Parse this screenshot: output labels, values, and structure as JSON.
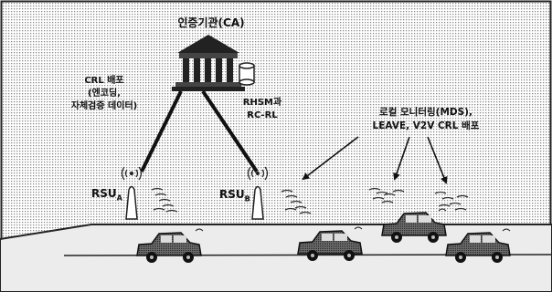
{
  "ca": {
    "label": "인증기관(CA)"
  },
  "crl_note": {
    "line1": "CRL 배포",
    "line2": "(엔코딩,",
    "line3": "자체검증 데이터)"
  },
  "rhsm_note": {
    "line1": "RHSM과",
    "line2": "RC-RL"
  },
  "mds_note": {
    "line1": "로컬 모니터링(MDS),",
    "line2": "LEAVE, V2V CRL 배포"
  },
  "rsu_a": {
    "text": "RSU",
    "sub": "A"
  },
  "rsu_b": {
    "text": "RSU",
    "sub": "B"
  }
}
